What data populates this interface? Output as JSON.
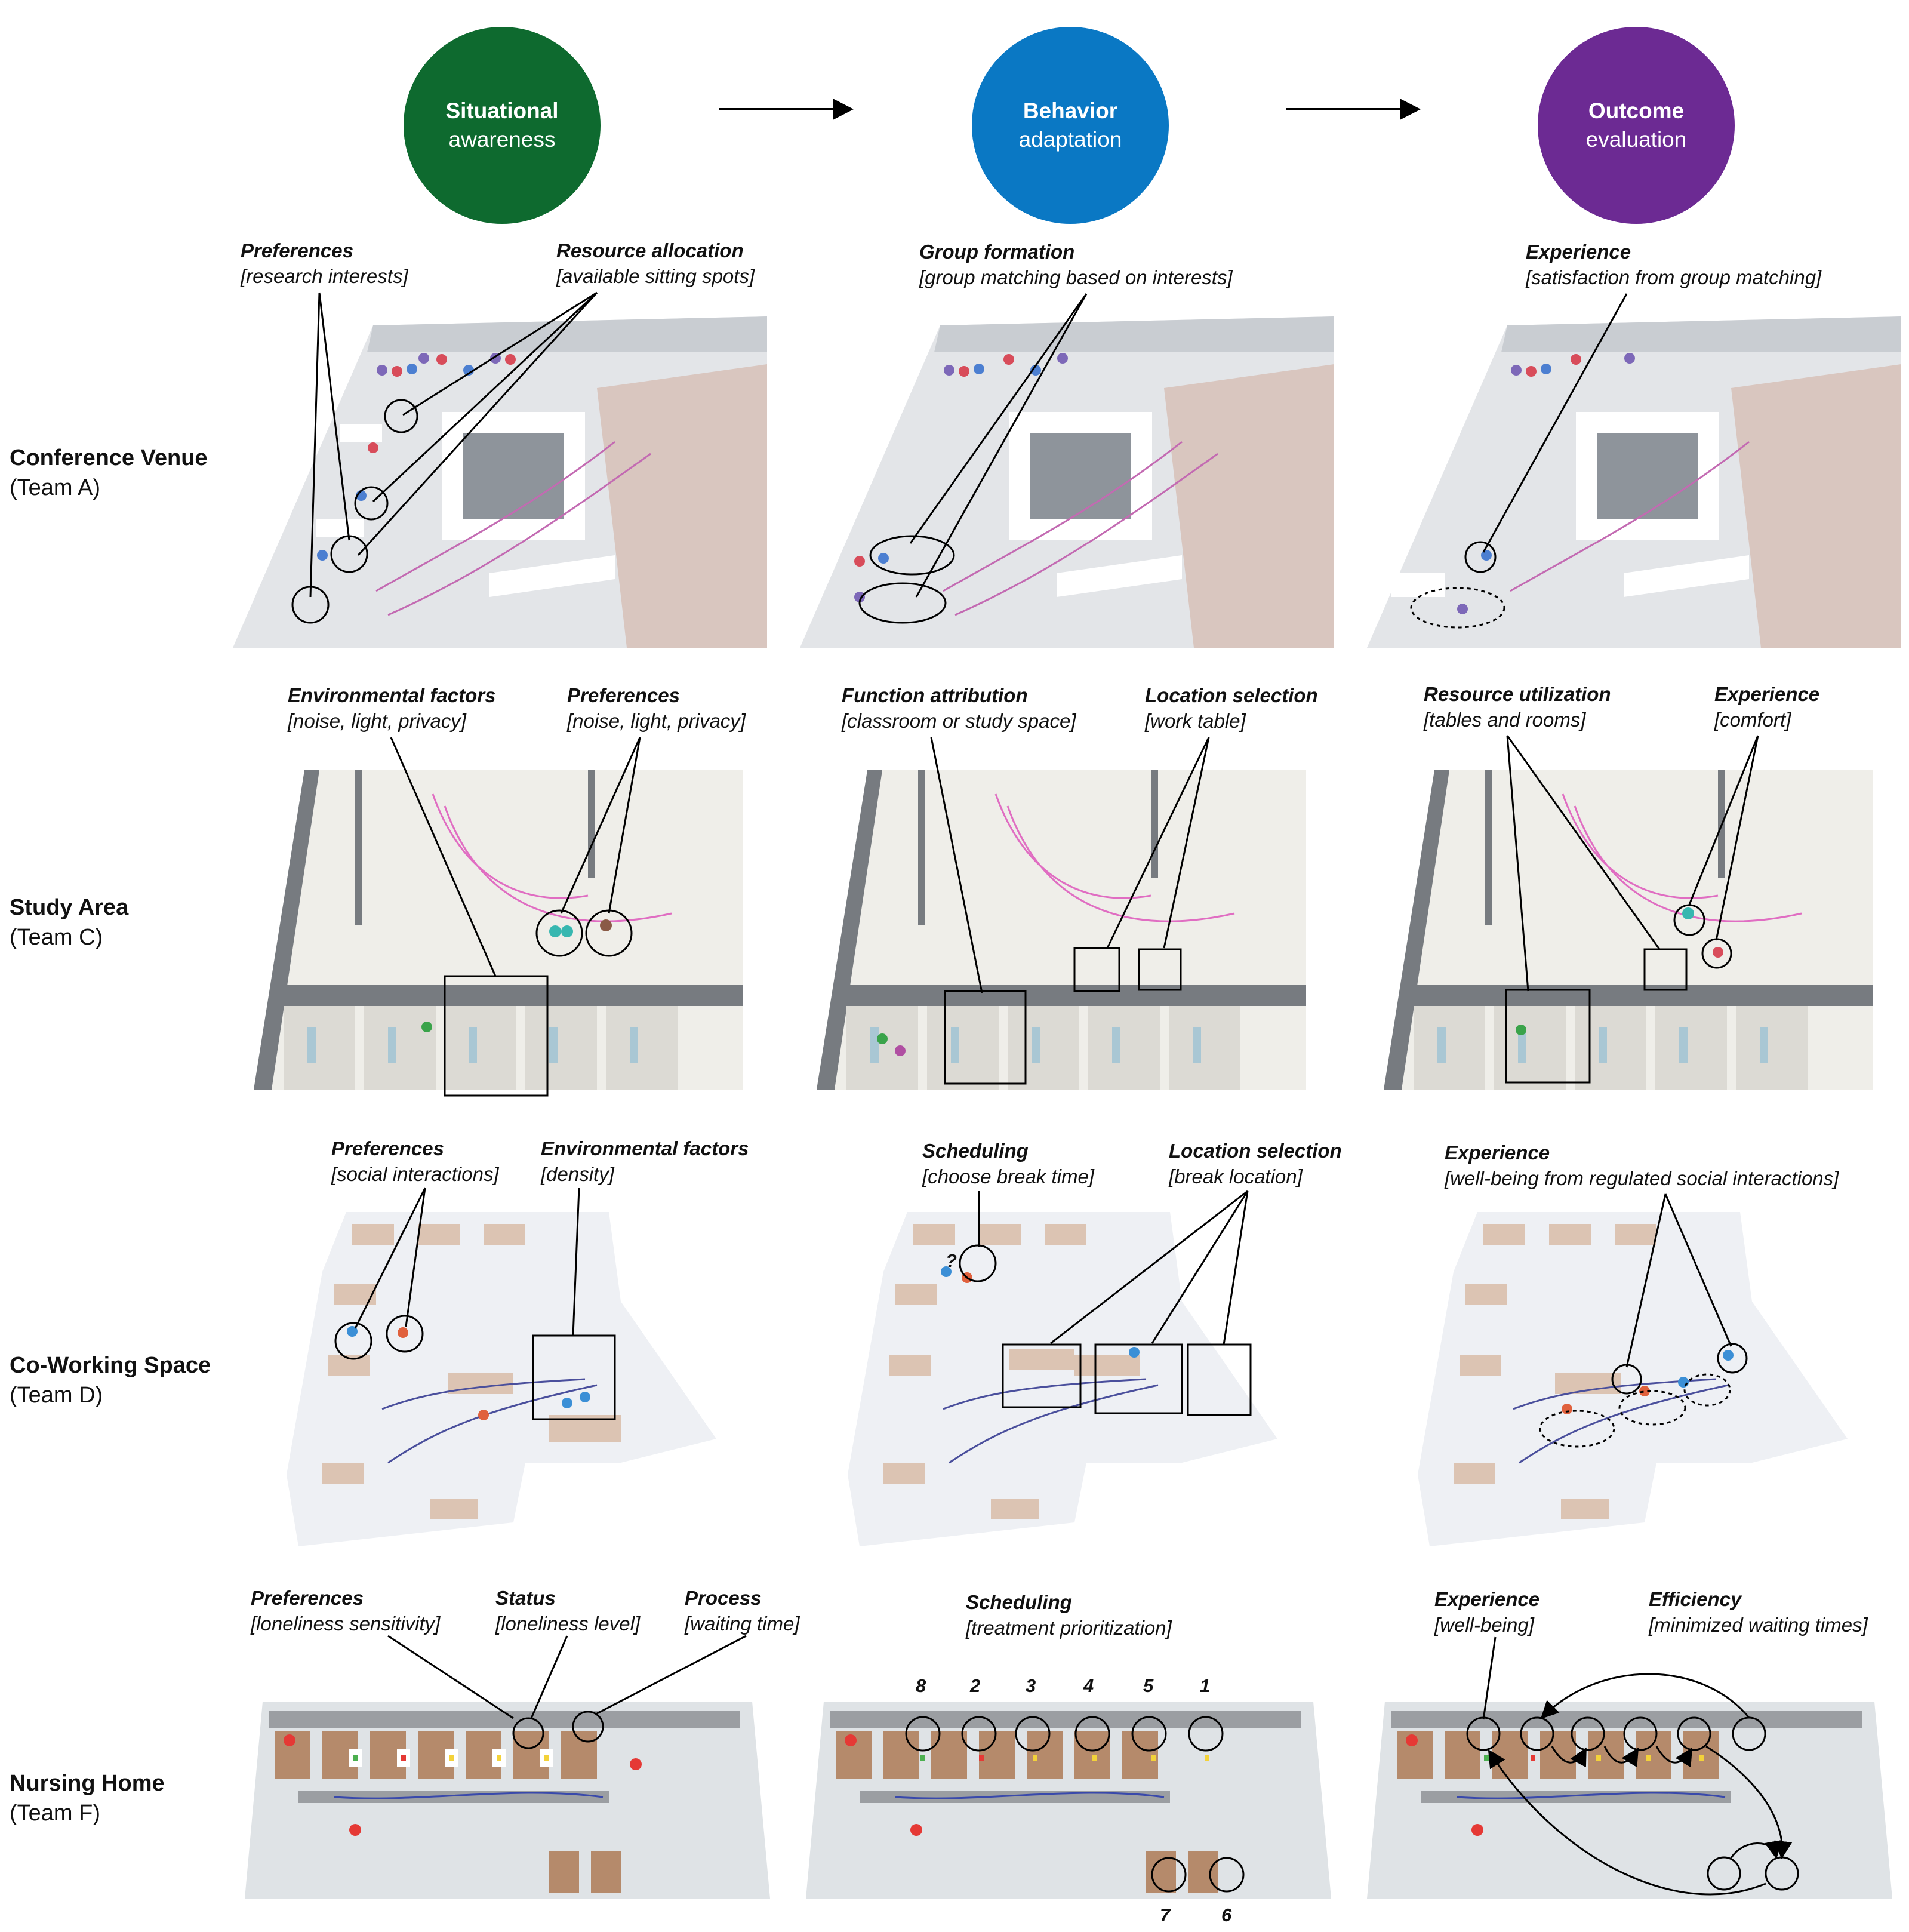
{
  "stages": [
    {
      "title": "Situational",
      "subtitle": "awareness",
      "color": "#0e6a2f"
    },
    {
      "title": "Behavior",
      "subtitle": "adaptation",
      "color": "#0a78c4"
    },
    {
      "title": "Outcome",
      "subtitle": "evaluation",
      "color": "#6c2a93"
    }
  ],
  "rows": [
    {
      "name": "Conference Venue",
      "team": "(Team A)"
    },
    {
      "name": "Study Area",
      "team": "(Team C)"
    },
    {
      "name": "Co-Working Space",
      "team": "(Team D)"
    },
    {
      "name": "Nursing Home",
      "team": "(Team F)"
    }
  ],
  "annotations": {
    "a1": {
      "head": "Preferences",
      "sub": "[research interests]"
    },
    "a2": {
      "head": "Resource allocation",
      "sub": "[available sitting spots]"
    },
    "a3": {
      "head": "Group formation",
      "sub": "[group matching based on interests]"
    },
    "a4": {
      "head": "Experience",
      "sub": "[satisfaction from group matching]"
    },
    "c1": {
      "head": "Environmental factors",
      "sub": "[noise, light, privacy]"
    },
    "c2": {
      "head": "Preferences",
      "sub": "[noise, light, privacy]"
    },
    "c3": {
      "head": "Function attribution",
      "sub": "[classroom or study space]"
    },
    "c4": {
      "head": "Location selection",
      "sub": "[work table]"
    },
    "c5": {
      "head": "Resource utilization",
      "sub": "[tables and rooms]"
    },
    "c6": {
      "head": "Experience",
      "sub": "[comfort]"
    },
    "d1": {
      "head": "Preferences",
      "sub": "[social interactions]"
    },
    "d2": {
      "head": "Environmental factors",
      "sub": "[density]"
    },
    "d3": {
      "head": "Scheduling",
      "sub": "[choose break time]"
    },
    "d4": {
      "head": "Location selection",
      "sub": "[break location]"
    },
    "d5": {
      "head": "Experience",
      "sub": "[well-being from regulated social interactions]"
    },
    "f1": {
      "head": "Preferences",
      "sub": "[loneliness sensitivity]"
    },
    "f2": {
      "head": "Status",
      "sub": "[loneliness level]"
    },
    "f3": {
      "head": "Process",
      "sub": "[waiting time]"
    },
    "f4": {
      "head": "Scheduling",
      "sub": "[treatment prioritization]"
    },
    "f5": {
      "head": "Experience",
      "sub": "[well-being]"
    },
    "f6": {
      "head": "Efficiency",
      "sub": "[minimized waiting times]"
    }
  },
  "priority_numbers": [
    "8",
    "2",
    "3",
    "4",
    "5",
    "1",
    "7",
    "6"
  ],
  "question_mark": "?"
}
